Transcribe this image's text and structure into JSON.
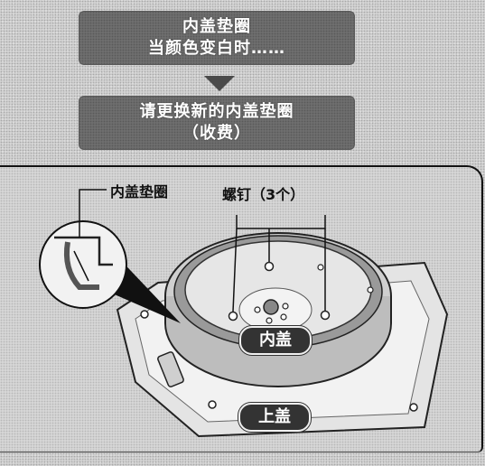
{
  "banner_top": {
    "line1": "内盖垫圈",
    "line2": "当颜色变白时……"
  },
  "banner_bottom": {
    "line1": "请更换新的内盖垫圈",
    "line2": "（收费）"
  },
  "diagram": {
    "label_gasket": "内盖垫圈",
    "label_screws": "螺钉（3个）",
    "label_inner_lid": "内盖",
    "label_upper_lid": "上盖"
  }
}
